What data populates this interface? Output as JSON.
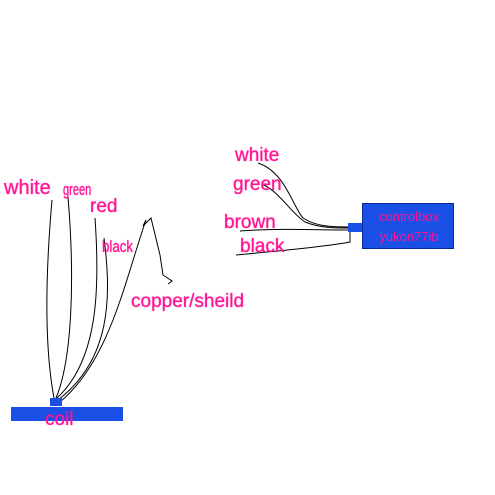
{
  "coil": {
    "label": "coil",
    "wire_labels": {
      "white": "white",
      "green": "green",
      "red": "red",
      "black": "black",
      "copper_shield": "copper/sheild"
    }
  },
  "control_box": {
    "line1": "controlbox",
    "line2": "yukon77ib",
    "wire_labels": {
      "white": "white",
      "green": "green",
      "brown": "brown",
      "black": "black"
    }
  },
  "colors": {
    "label_text": "#ff1493",
    "component_fill": "#1a50e6",
    "wire_stroke": "#000000"
  }
}
